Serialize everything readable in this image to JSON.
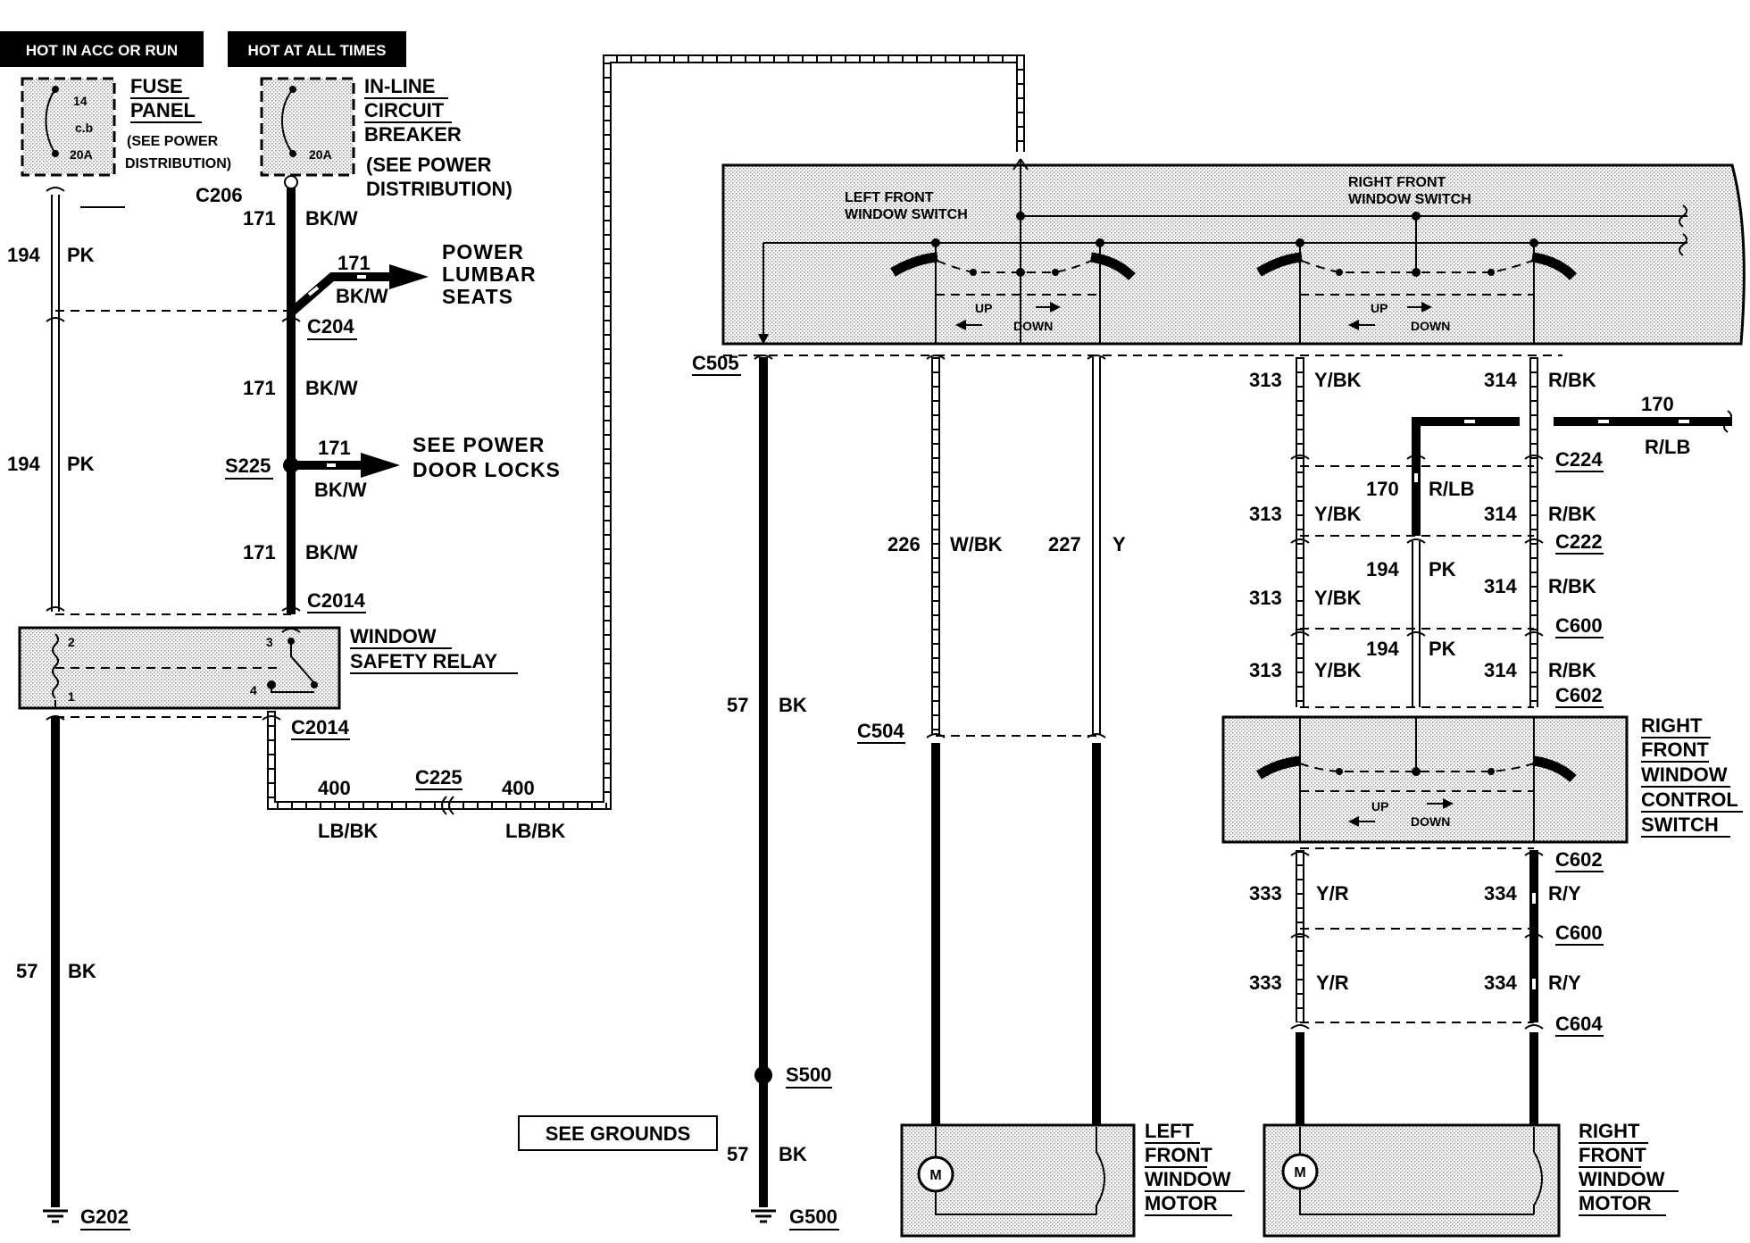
{
  "header": {
    "hot_acc_run": "HOT IN ACC OR RUN",
    "hot_all_times": "HOT AT ALL TIMES"
  },
  "fuse": {
    "label_line1": "FUSE",
    "label_line2": "PANEL",
    "note_line1": "(SEE POWER",
    "note_line2": "DISTRIBUTION)",
    "num": "14",
    "type": "c.b",
    "rating": "20A"
  },
  "breaker": {
    "label_line1": "IN-LINE",
    "label_line2": "CIRCUIT",
    "label_line3": "BREAKER",
    "note_line1": "(SEE POWER",
    "note_line2": "DISTRIBUTION)",
    "rating": "20A"
  },
  "connectors": {
    "c206": "C206",
    "c204": "C204",
    "c2014": "C2014",
    "s225": "S225",
    "c225": "C225",
    "g202": "G202",
    "c505": "C505",
    "c504": "C504",
    "s500": "S500",
    "g500": "G500",
    "c224": "C224",
    "c222": "C222",
    "c600": "C600",
    "c602": "C602",
    "c604": "C604"
  },
  "circuits": {
    "c194": "194",
    "pk": "PK",
    "c171": "171",
    "bkw": "BK/W",
    "c57": "57",
    "bk": "BK",
    "c400": "400",
    "lbbk": "LB/BK",
    "c226": "226",
    "wbk": "W/BK",
    "c227": "227",
    "y": "Y",
    "c313": "313",
    "ybk": "Y/BK",
    "c314": "314",
    "rbk": "R/BK",
    "c170": "170",
    "rlb": "R/LB",
    "c333": "333",
    "yr": "Y/R",
    "c334": "334",
    "ry": "R/Y"
  },
  "destinations": {
    "lumbar_line1": "POWER",
    "lumbar_line2": "LUMBAR",
    "lumbar_line3": "SEATS",
    "locks_line1": "SEE POWER",
    "locks_line2": "DOOR LOCKS"
  },
  "relay": {
    "label_line1": "WINDOW",
    "label_line2": "SAFETY RELAY",
    "pin1": "1",
    "pin2": "2",
    "pin3": "3",
    "pin4": "4"
  },
  "master_switch": {
    "left_line1": "LEFT FRONT",
    "left_line2": "WINDOW SWITCH",
    "right_line1": "RIGHT FRONT",
    "right_line2": "WINDOW SWITCH",
    "up": "UP",
    "down": "DOWN"
  },
  "rf_control": {
    "line1": "RIGHT",
    "line2": "FRONT",
    "line3": "WINDOW",
    "line4": "CONTROL",
    "line5": "SWITCH"
  },
  "lf_motor": {
    "line1": "LEFT",
    "line2": "FRONT",
    "line3": "WINDOW",
    "line4": "MOTOR",
    "symbol": "M"
  },
  "rf_motor": {
    "line1": "RIGHT",
    "line2": "FRONT",
    "line3": "WINDOW",
    "line4": "MOTOR",
    "symbol": "M"
  },
  "see_grounds": "SEE GROUNDS"
}
